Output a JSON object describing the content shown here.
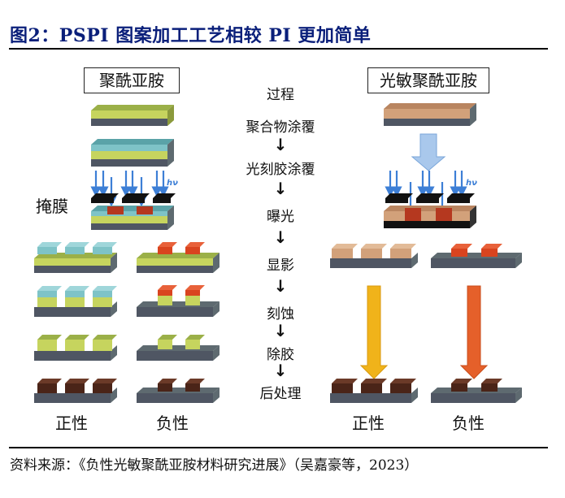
{
  "figure": {
    "title": "图2：PSPI 图案加工工艺相较 PI 更加简单",
    "source": "资料来源：《负性光敏聚酰亚胺材料研究进展》（吴嘉豪等，2023）"
  },
  "left_panel": {
    "header": "聚酰亚胺",
    "mask_label": "掩膜",
    "hv_label": "hν",
    "positive_label": "正性",
    "negative_label": "负性"
  },
  "right_panel": {
    "header": "光敏聚酰亚胺",
    "hv_label": "hν",
    "positive_label": "正性",
    "negative_label": "负性"
  },
  "process": {
    "header": "过程",
    "steps": [
      "聚合物涂覆",
      "光刻胶涂覆",
      "曝光",
      "显影",
      "刻蚀",
      "除胶",
      "后处理"
    ],
    "arrow": "↓"
  },
  "colors": {
    "title": "#0a1f7a",
    "substrate": "#4f5663",
    "polyimide": "#c6d45e",
    "photoresist": "#7ec3c7",
    "mask": "#111111",
    "exposed": "#b5381f",
    "negative_resist": "#d9441f",
    "pspi": "#d2a17a",
    "final": "#4a2418",
    "light": "#3d7fd6",
    "arrow_positive": "#f0b31a",
    "arrow_negative": "#e5602a"
  }
}
